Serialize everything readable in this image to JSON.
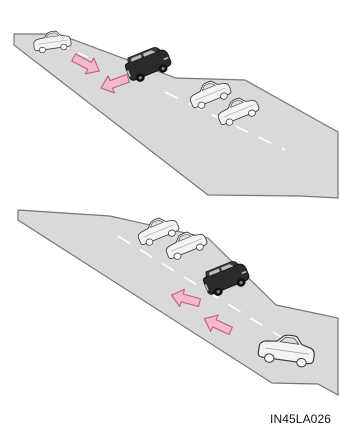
{
  "figure": {
    "code": "IN45LA026",
    "colors": {
      "road": "#d9d9d9",
      "road_edge": "#777777",
      "lane_marking": "#ffffff",
      "arrow_fill": "#f5b8c8",
      "arrow_stroke": "#c06080",
      "own_vehicle": "#2b2b2b",
      "other_vehicle": "#f3f3f3",
      "outline": "#3a3a3a",
      "divider": "#cfcfcf"
    },
    "panels": [
      {
        "name": "merge-out-scene",
        "icons": [
          "suv-icon",
          "sedan-icon",
          "arrow-icon"
        ]
      },
      {
        "name": "merge-in-scene",
        "icons": [
          "suv-icon",
          "sedan-icon",
          "arrow-icon"
        ]
      }
    ]
  }
}
